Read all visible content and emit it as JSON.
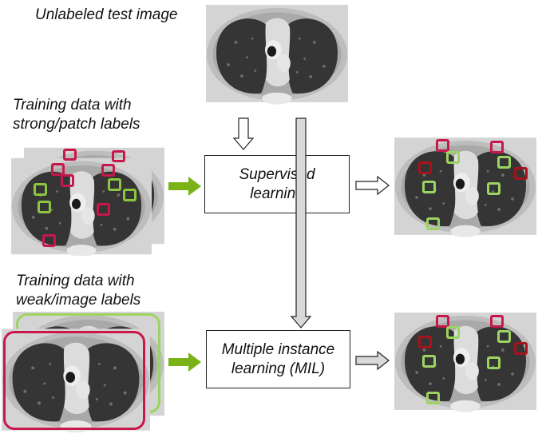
{
  "labels": {
    "unlabeled": "Unlabeled test image",
    "strong_line1": "Training data with",
    "strong_line2": "strong/patch labels",
    "weak_line1": "Training data with",
    "weak_line2": "weak/image labels"
  },
  "boxes": {
    "supervised_line1": "Supervised",
    "supervised_line2": "learning",
    "mil_line1": "Multiple instance",
    "mil_line2": "learning (MIL)"
  },
  "colors": {
    "positive_label": "#c8174a",
    "negative_label": "#8cc63f",
    "flow_arrow": "#7ab317"
  }
}
